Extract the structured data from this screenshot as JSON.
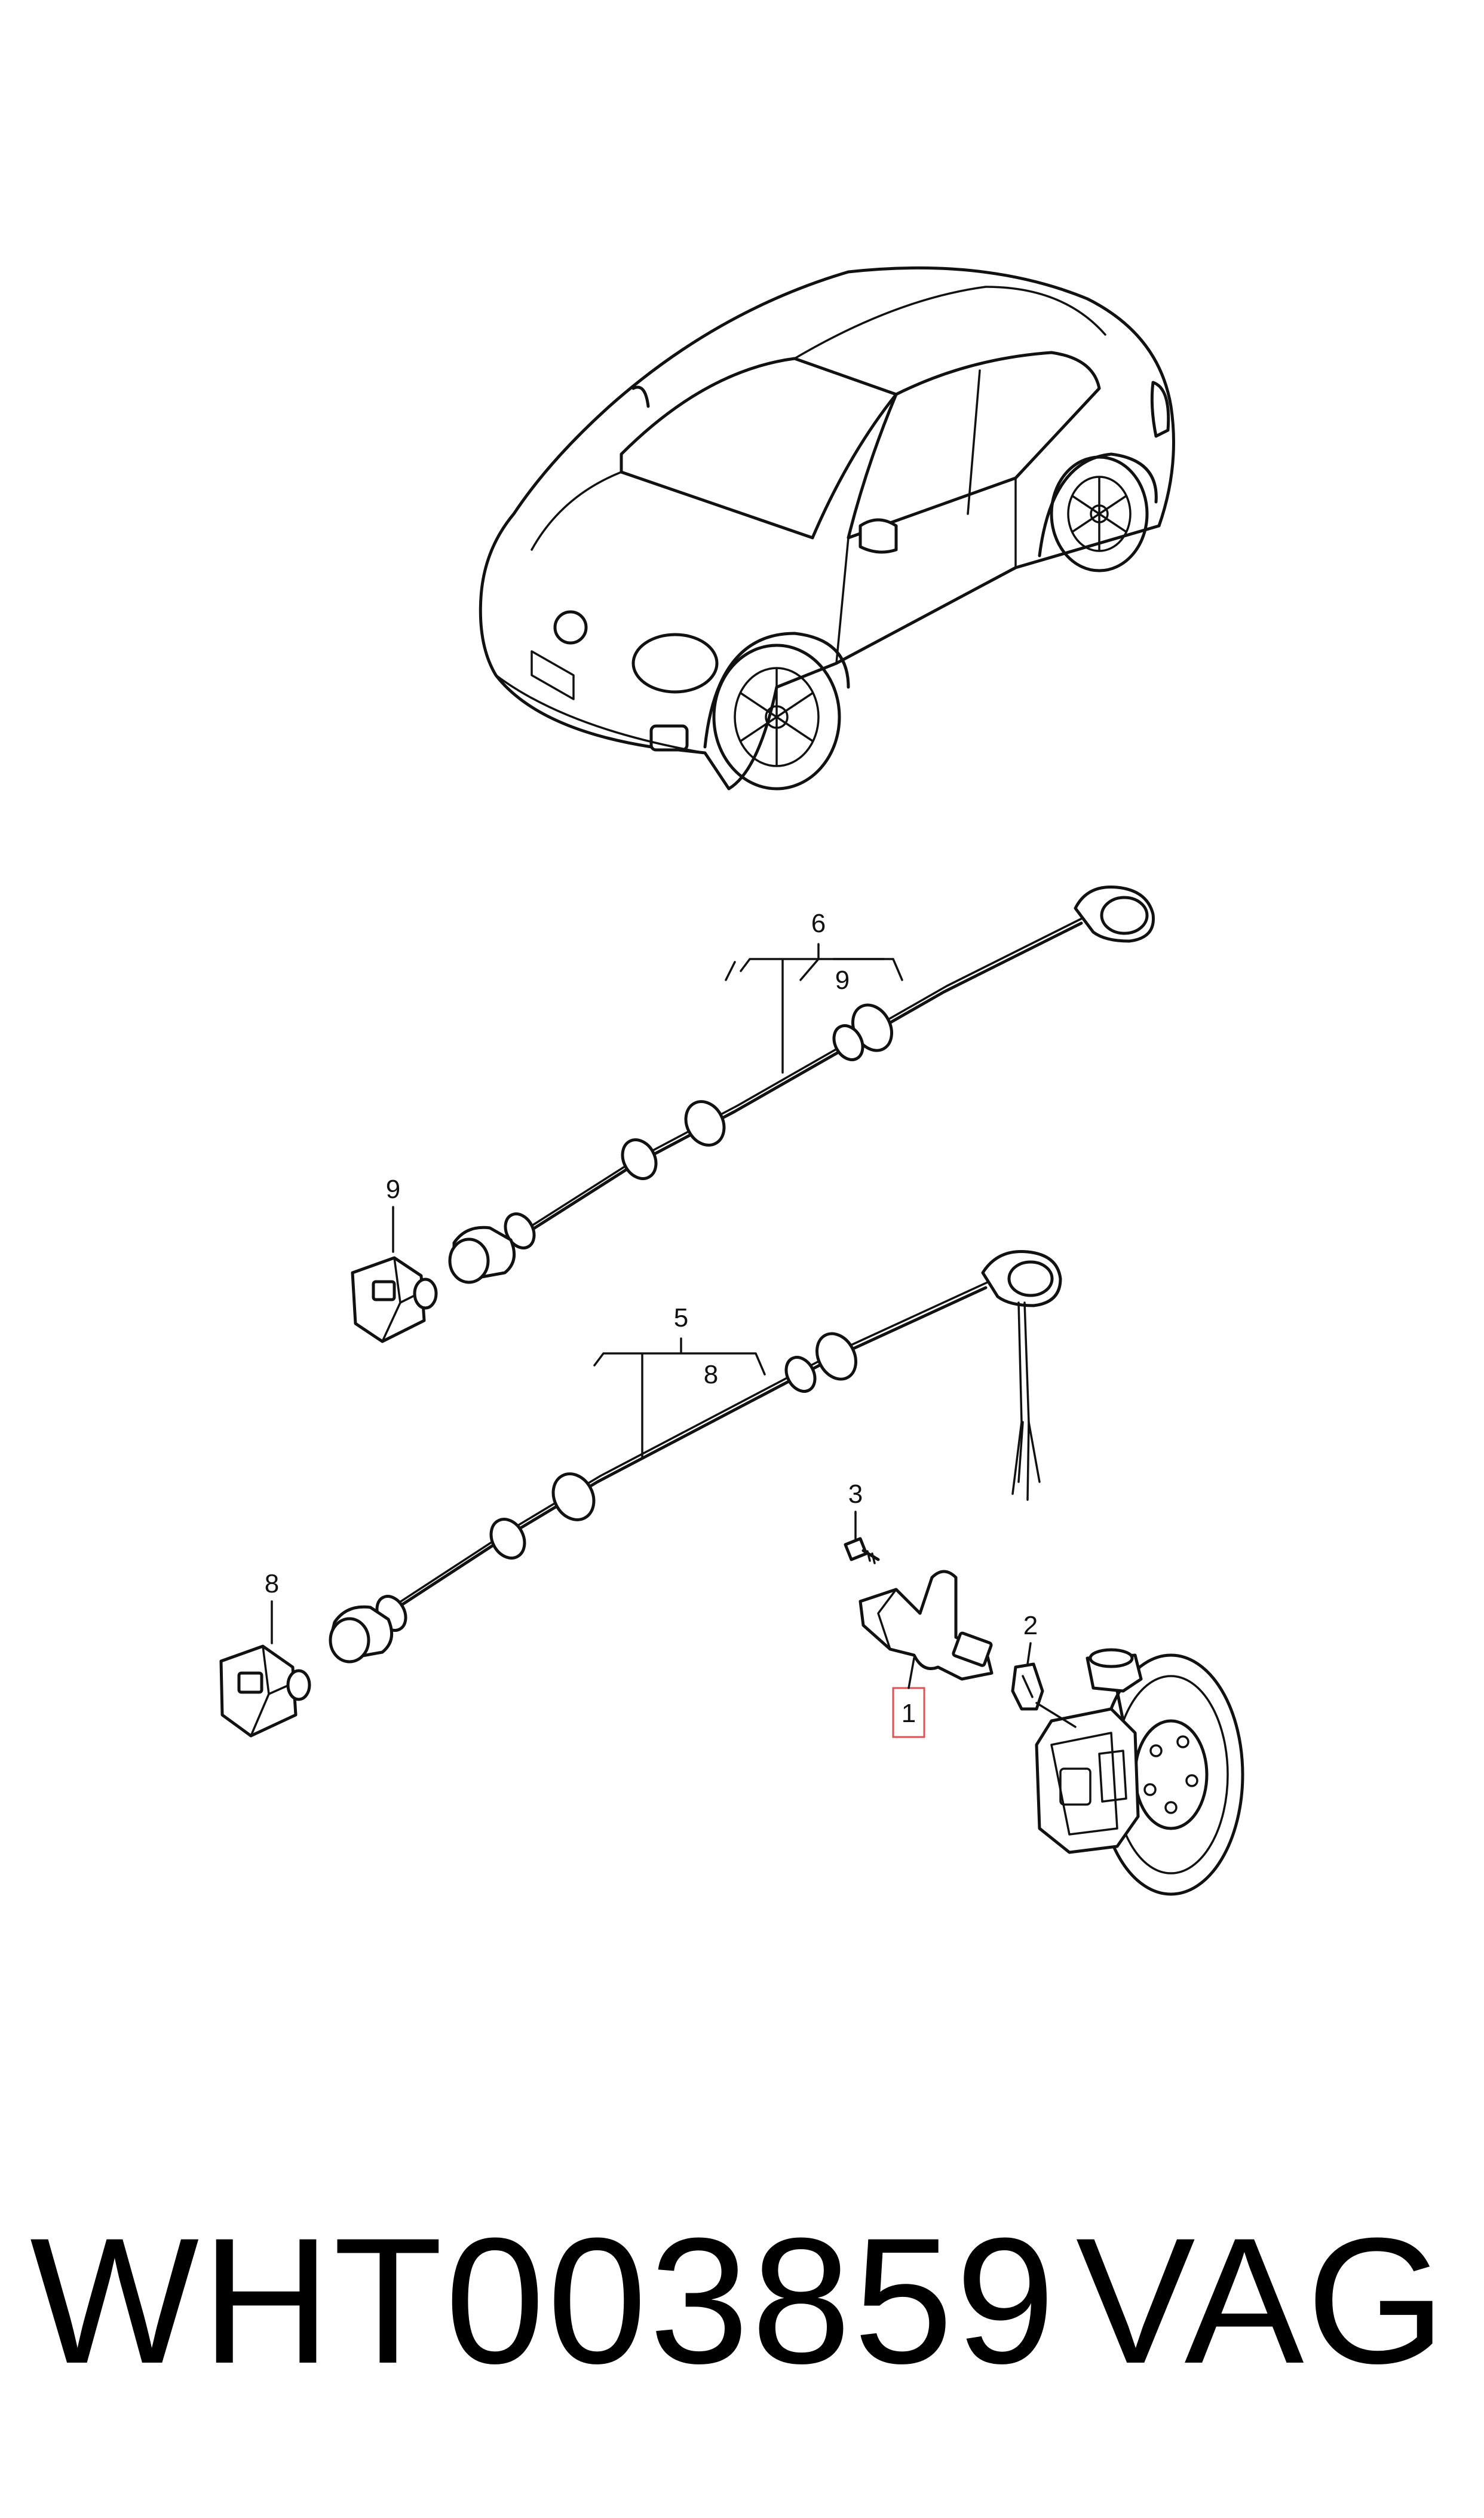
{
  "callouts": {
    "c1": "1",
    "c2": "2",
    "c3": "3",
    "c5": "5",
    "c6": "6",
    "c8_group": "8",
    "c8_part": "8",
    "c9_group": "9",
    "c9_part": "9"
  },
  "footer": {
    "part_number": "WHT003859",
    "brand": "VAG"
  },
  "colors": {
    "line": "#111111",
    "background": "#ffffff",
    "highlight_box": "#e05050"
  }
}
